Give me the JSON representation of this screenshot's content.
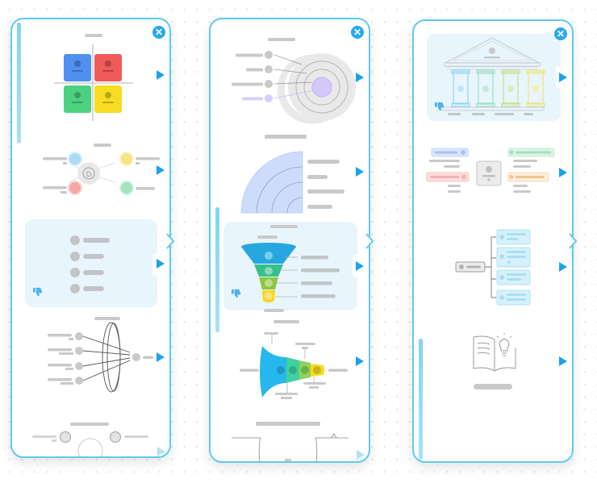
{
  "colors": {
    "panel_border": "#5ccbf0",
    "accent": "#1aa3ec",
    "close_button": "#29a9ee",
    "selected_bg": "#e8f5fd",
    "placeholder_bar": "#c9c9c9",
    "quadrant": {
      "blue": "#4f8ff0",
      "red": "#f05a5a",
      "green": "#4cd27f",
      "yellow": "#f8dc22"
    },
    "funnel": [
      "#26a7e0",
      "#36c08a",
      "#8cc63f",
      "#f7d51a"
    ]
  },
  "icons": {
    "close": "✕",
    "expand_arrow": "play-triangle-right",
    "dislike": "thumbs-down"
  },
  "panels": [
    {
      "id": "left",
      "close_label": "Close",
      "templates": [
        {
          "name": "quadrant-matrix",
          "selected": false,
          "arrow": "visible"
        },
        {
          "name": "swot-radial",
          "center_glyph": "D",
          "selected": false,
          "arrow": "visible"
        },
        {
          "name": "bullet-list",
          "selected": true,
          "items": 4,
          "arrow": "visible",
          "dislike_icon": true
        },
        {
          "name": "lens-convergence",
          "selected": false,
          "inputs": 4,
          "arrow": "visible"
        },
        {
          "name": "cycle-partial",
          "selected": false,
          "arrow": "faded"
        }
      ]
    },
    {
      "id": "middle",
      "close_label": "Close",
      "templates": [
        {
          "name": "concentric-target",
          "selected": false,
          "rings": 4,
          "arrow": "visible"
        },
        {
          "name": "quarter-radial",
          "selected": false,
          "rings": 4,
          "arrow": "visible"
        },
        {
          "name": "vertical-funnel",
          "selected": true,
          "levels": 4,
          "arrow": "visible",
          "dislike_icon": true
        },
        {
          "name": "horizontal-funnel",
          "selected": false,
          "levels": 4,
          "arrow": "visible"
        },
        {
          "name": "line-chart-partial",
          "selected": false,
          "arrow": "faded"
        }
      ]
    },
    {
      "id": "right",
      "close_label": "Close",
      "templates": [
        {
          "name": "pillar-temple",
          "selected": true,
          "pillars": 4,
          "arrow": "visible",
          "dislike_icon": true
        },
        {
          "name": "mind-map-4-branch",
          "selected": false,
          "branches": 4,
          "arrow": "visible"
        },
        {
          "name": "tree-right",
          "selected": false,
          "children": 4,
          "arrow": "visible"
        },
        {
          "name": "book-idea",
          "selected": false,
          "arrow": "visible"
        }
      ]
    }
  ]
}
